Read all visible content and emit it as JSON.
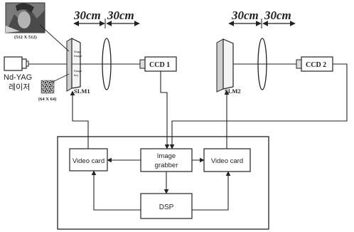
{
  "dimensions": {
    "left_pair": [
      "30cm",
      "30cm"
    ],
    "right_pair": [
      "30cm",
      "30cm"
    ]
  },
  "input_image": {
    "size_label": "(512 X 512)"
  },
  "key_image": {
    "size_label": "(64 X 64)"
  },
  "laser": {
    "line1": "Nd-YAG",
    "line2": "레이저"
  },
  "slm1": {
    "label": "SLM1",
    "top_text": [
      "Stage",
      "Image"
    ],
    "bottom_text": [
      "Image",
      "key"
    ]
  },
  "slm2": {
    "label": "SLM2"
  },
  "ccd1": {
    "label": "CCD 1"
  },
  "ccd2": {
    "label": "CCD 2"
  },
  "blocks": {
    "video_card_left": "Video card",
    "image_grabber": [
      "Image",
      "grabber"
    ],
    "video_card_right": "Video card",
    "dsp": "DSP"
  }
}
